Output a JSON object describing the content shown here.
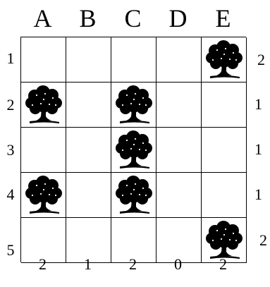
{
  "columns": [
    "A",
    "B",
    "C",
    "D",
    "E"
  ],
  "rows": [
    "1",
    "2",
    "3",
    "4",
    "5"
  ],
  "row_counts": [
    "2",
    "1",
    "1",
    "1",
    "2"
  ],
  "column_counts": [
    "2",
    "1",
    "2",
    "0",
    "2"
  ],
  "grid": [
    [
      "empty",
      "empty",
      "empty",
      "empty",
      "tree"
    ],
    [
      "tree",
      "empty",
      "tree",
      "empty",
      "empty"
    ],
    [
      "empty",
      "empty",
      "tree",
      "empty",
      "empty"
    ],
    [
      "tree",
      "empty",
      "tree",
      "empty",
      "empty"
    ],
    [
      "empty",
      "empty",
      "empty",
      "empty",
      "tree"
    ]
  ],
  "tree_icon": "tree-icon",
  "colors": {
    "ink": "#000000",
    "background": "#ffffff"
  }
}
